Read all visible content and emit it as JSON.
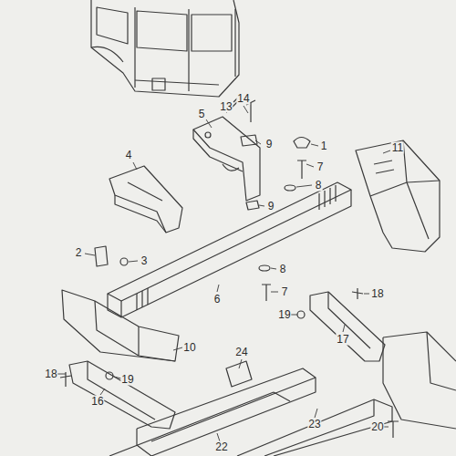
{
  "diagram": {
    "labels": [
      "14",
      "13",
      "5",
      "9",
      "1",
      "7",
      "8",
      "11",
      "4",
      "9",
      "6",
      "2",
      "3",
      "8",
      "7",
      "18",
      "19",
      "17",
      "10",
      "24",
      "18",
      "19",
      "16",
      "22",
      "23",
      "20"
    ]
  }
}
